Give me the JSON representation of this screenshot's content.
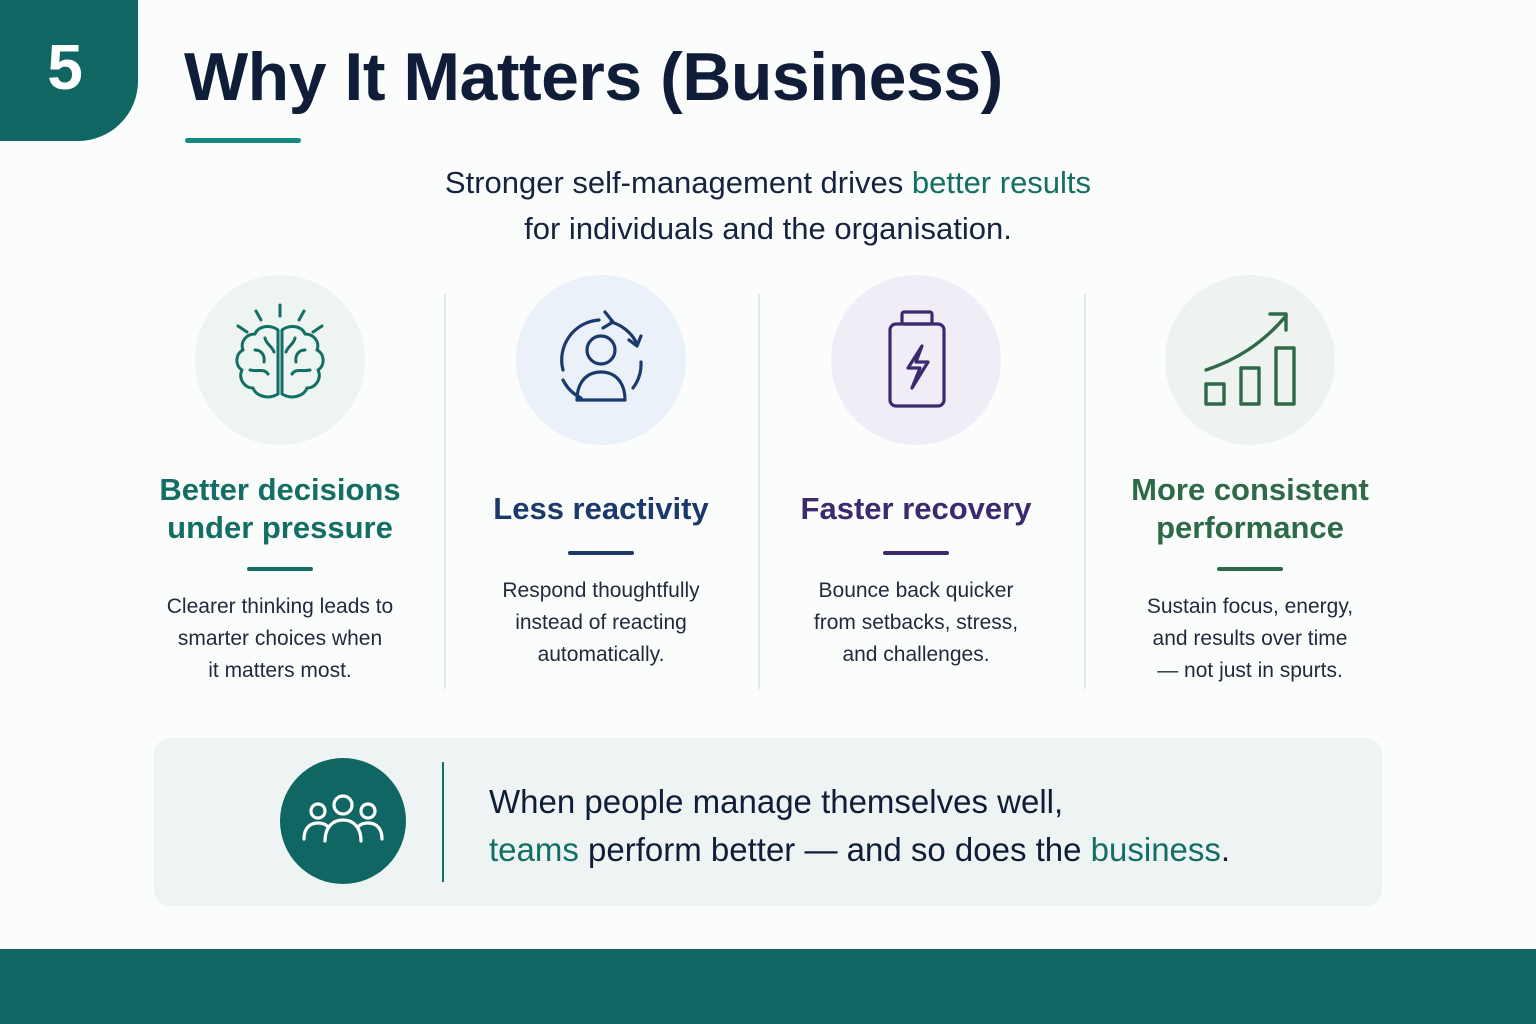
{
  "slide": {
    "number": "5",
    "title": "Why It Matters (Business)"
  },
  "subtitle": {
    "line1_prefix": "Stronger self-management drives ",
    "line1_highlight": "better results",
    "line2": "for individuals and the organisation."
  },
  "columns": [
    {
      "icon": "brain-icon",
      "title_line1": "Better decisions",
      "title_line2": "under pressure",
      "desc_line1": "Clearer thinking leads to",
      "desc_line2": "smarter choices when",
      "desc_line3": "it matters most.",
      "accent": "#136e63",
      "circle_bg": "#eef4f2"
    },
    {
      "icon": "person-cycle-icon",
      "title_line1": "Less reactivity",
      "title_line2": "",
      "desc_line1": "Respond thoughtfully",
      "desc_line2": "instead of reacting",
      "desc_line3": "automatically.",
      "accent": "#1b3a6b",
      "circle_bg": "#ebf1f8"
    },
    {
      "icon": "battery-icon",
      "title_line1": "Faster recovery",
      "title_line2": "",
      "desc_line1": "Bounce back quicker",
      "desc_line2": "from setbacks, stress,",
      "desc_line3": "and challenges.",
      "accent": "#3d2a6e",
      "circle_bg": "#f0edf6"
    },
    {
      "icon": "growth-chart-icon",
      "title_line1": "More consistent",
      "title_line2": "performance",
      "desc_line1": "Sustain focus, energy,",
      "desc_line2": "and results over time",
      "desc_line3": "— not just in spurts.",
      "accent": "#2e6a48",
      "circle_bg": "#eff3f0"
    }
  ],
  "banner": {
    "icon": "team-icon",
    "line1": "When people manage themselves well,",
    "line2_highlight1": "teams",
    "line2_middle": " perform better — and so does the ",
    "line2_highlight2": "business",
    "line2_end": "."
  },
  "colors": {
    "brand_teal": "#0f6663",
    "accent_teal": "#13897f",
    "navy": "#0f1d38"
  }
}
